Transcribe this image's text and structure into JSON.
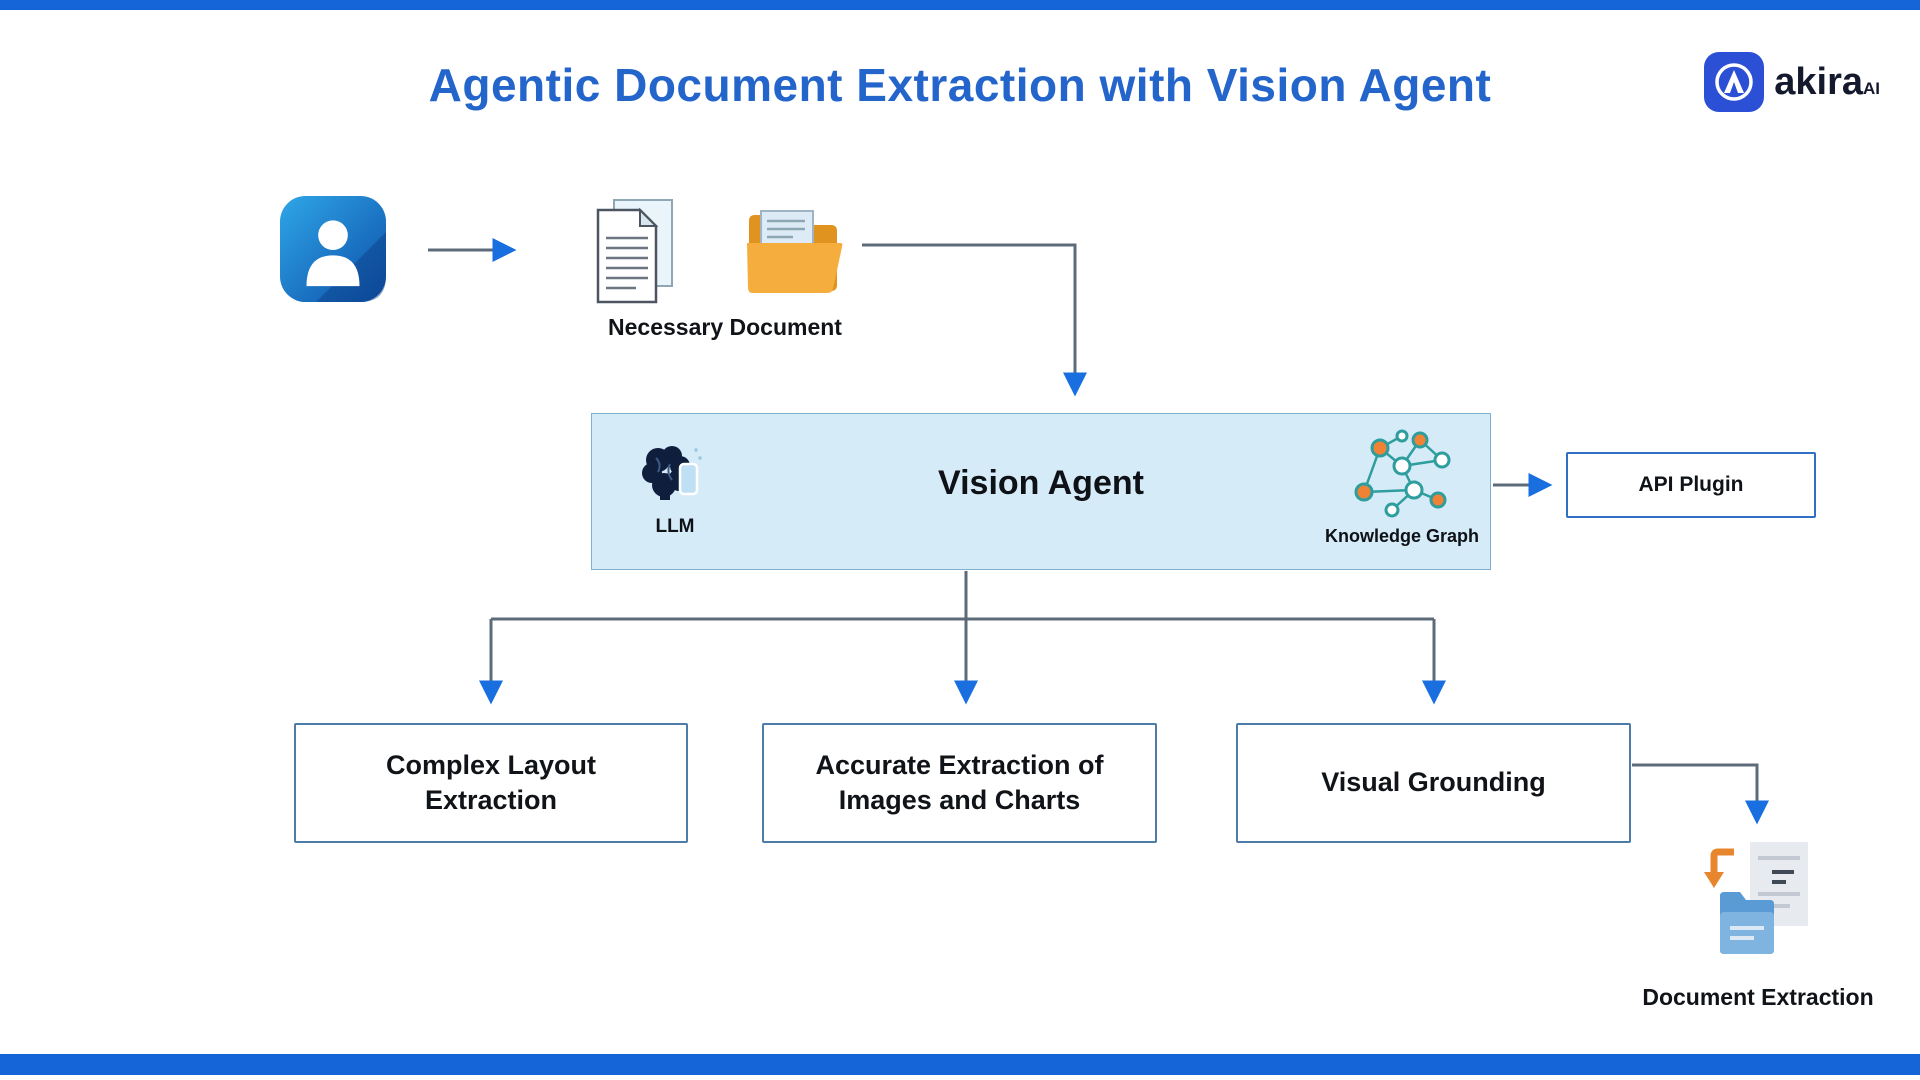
{
  "page": {
    "title": "Agentic Document Extraction with Vision Agent"
  },
  "logo": {
    "name": "akira",
    "sup": "AI"
  },
  "nodes": {
    "necessary_document": {
      "label": "Necessary Document"
    },
    "vision_agent": {
      "label": "Vision Agent",
      "llm_label": "LLM",
      "knowledge_graph_label": "Knowledge Graph"
    },
    "api_plugin": {
      "label": "API Plugin"
    },
    "complex_layout": {
      "label": "Complex Layout Extraction"
    },
    "accurate_extraction": {
      "label": "Accurate Extraction of Images and Charts"
    },
    "visual_grounding": {
      "label": "Visual Grounding"
    },
    "document_extraction": {
      "label": "Document Extraction"
    }
  },
  "icons": {
    "user": "user-icon",
    "documents": "document-pages-icon",
    "folder": "folder-icon",
    "llm": "brain-icon",
    "knowledge_graph": "network-graph-icon",
    "document_extraction": "document-extraction-icon"
  },
  "colors": {
    "accent_blue": "#1565d8",
    "title_blue": "#2365cb",
    "arrow_blue": "#1a6fe0",
    "line_gray": "#5d6b78",
    "vision_box_fill": "#d6ebf8",
    "folder_orange": "#f2a838",
    "node_orange": "#f08236",
    "node_teal": "#2d9d9d"
  }
}
